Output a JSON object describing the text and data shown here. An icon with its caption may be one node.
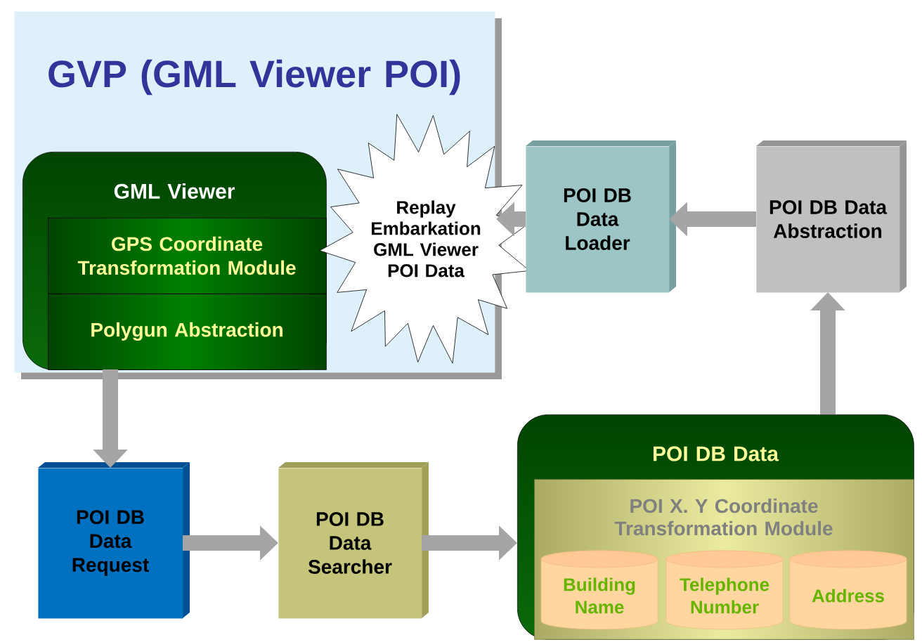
{
  "diagram": {
    "nodes": [
      {
        "text": [
          "GVP (GML Viewer POI)"
        ]
      },
      {
        "text": [
          "GML Viewer"
        ],
        "in": 0
      },
      {
        "text": [
          "GPS Coordinate Transformation Module"
        ],
        "in": 1
      },
      {
        "text": [
          "Polygun Abstraction"
        ],
        "in": 1
      },
      {
        "text": [
          "Replay Embarkation GML Viewer POI Data"
        ]
      },
      {
        "text": [
          "POI DB Data Loader"
        ]
      },
      {
        "text": [
          "POI DB Data Abstraction"
        ]
      },
      {
        "text": [
          "POI DB Data Request"
        ]
      },
      {
        "text": [
          "POI DB Data Searcher"
        ]
      },
      {
        "text": [
          "POI DB Data"
        ]
      },
      {
        "text": [
          "POI X. Y Coordinate Transformation Module"
        ],
        "in": 9
      },
      {
        "text": [
          "Building Name"
        ],
        "in": 10
      },
      {
        "text": [
          "Telephone Number"
        ],
        "in": 10
      },
      {
        "text": [
          "Address"
        ],
        "in": 10
      }
    ],
    "edges": [
      {
        "from": 6,
        "to": 5,
        "arrow": "to"
      },
      {
        "from": 5,
        "to": 4,
        "arrow": "to"
      },
      {
        "from": 1,
        "to": 7,
        "arrow": "to"
      },
      {
        "from": 7,
        "to": 8,
        "arrow": "to"
      },
      {
        "from": 8,
        "to": 9,
        "arrow": "to"
      },
      {
        "from": 9,
        "to": 6,
        "arrow": "to"
      }
    ]
  }
}
